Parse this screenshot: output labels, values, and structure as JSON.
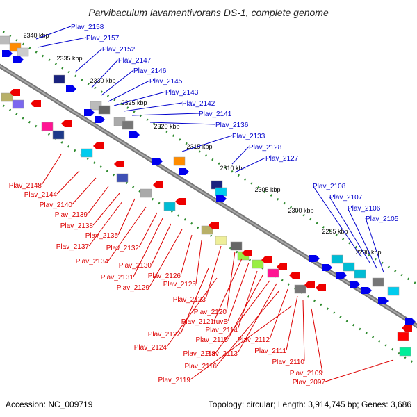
{
  "title": "Parvibaculum lavamentivorans DS-1, complete genome",
  "accession": "Accession: NC_009719",
  "topology": "Topology: circular; Length: 3,914,745 bp; Genes: 3,686",
  "colors": {
    "backbone": "#808080",
    "dots": "#2e8b2e",
    "forward_label": "#0000cc",
    "reverse_label": "#dd0000",
    "forward_arrow": "#0000ee",
    "reverse_arrow": "#ee0000"
  },
  "kbp_ticks": [
    "2340 kbp",
    "2335 kbp",
    "2330 kbp",
    "2325 kbp",
    "2320 kbp",
    "2315 kbp",
    "2310 kbp",
    "2305 kbp",
    "2300 kbp",
    "2295 kbp",
    "2290 kbp"
  ],
  "forward_genes": [
    "Plav_2158",
    "Plav_2157",
    "Plav_2152",
    "Plav_2147",
    "Plav_2146",
    "Plav_2145",
    "Plav_2143",
    "Plav_2142",
    "Plav_2141",
    "Plav_2136",
    "Plav_2133",
    "Plav_2128",
    "Plav_2127",
    "Plav_2108",
    "Plav_2107",
    "Plav_2106",
    "Plav_2105"
  ],
  "reverse_genes": [
    "Plav_2148",
    "Plav_2144",
    "Plav_2140",
    "Plav_2139",
    "Plav_2138",
    "Plav_2135",
    "Plav_2137",
    "Plav_2134",
    "Plav_2132",
    "Plav_2131",
    "Plav_2130",
    "Plav_2129",
    "Plav_2126",
    "Plav_2125",
    "Plav_2123",
    "Plav_2120",
    "Plav_2121",
    "ruvB",
    "Plav_2122",
    "Plav_2114",
    "Plav_2115",
    "Plav_2124",
    "Plav_2118",
    "Plav_2113",
    "Plav_2112",
    "Plav_2116",
    "Plav_2111",
    "Plav_2110",
    "Plav_2119",
    "Plav_2109",
    "Plav_2097"
  ]
}
